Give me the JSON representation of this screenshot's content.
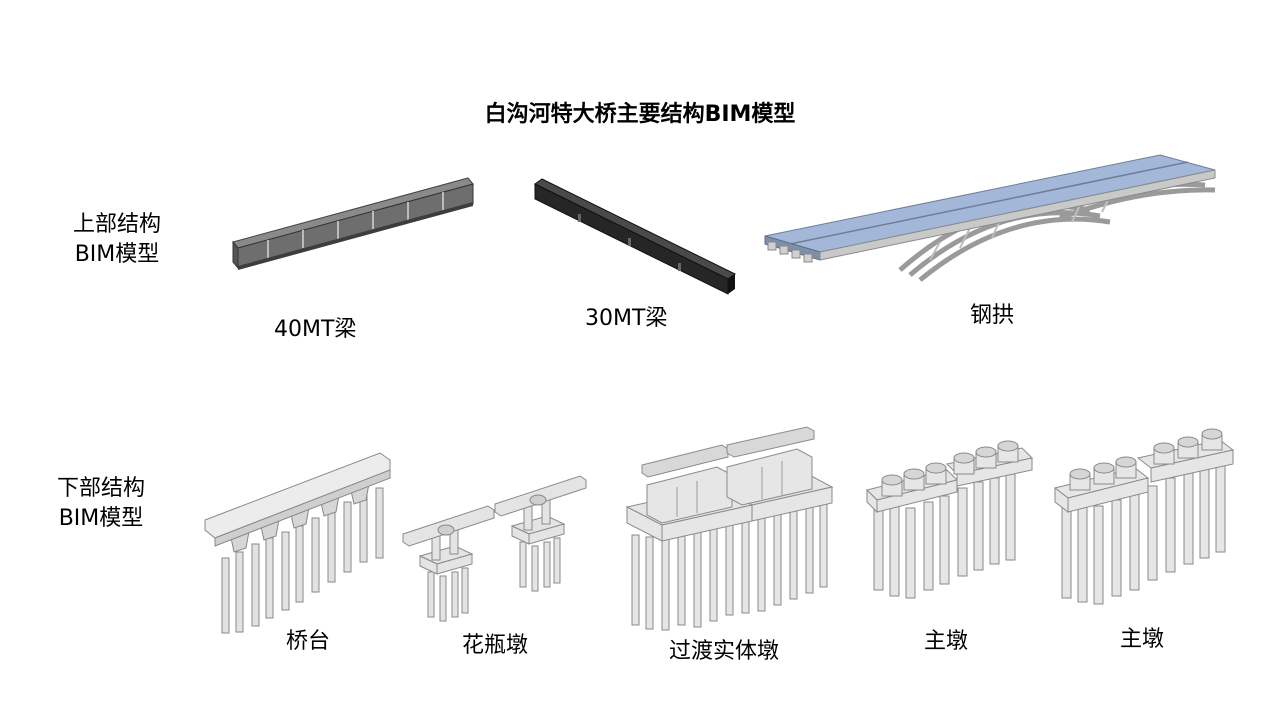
{
  "title": "白沟河特大桥主要结构BIM模型",
  "sections": {
    "upper": {
      "line1": "上部结构",
      "line2": "BIM模型"
    },
    "lower": {
      "line1": "下部结构",
      "line2": "BIM模型"
    }
  },
  "upper_models": [
    {
      "label": "40MT梁"
    },
    {
      "label": "30MT梁"
    },
    {
      "label": "钢拱"
    }
  ],
  "lower_models": [
    {
      "label": "桥台"
    },
    {
      "label": "花瓶墩"
    },
    {
      "label": "过渡实体墩"
    },
    {
      "label": "主墩"
    },
    {
      "label": "主墩"
    }
  ],
  "colors": {
    "beam_40": "#6e6e6e",
    "beam_30": "#2a2a2a",
    "arch_deck": "#9fb4d6",
    "concrete": "#e6e6e6",
    "concrete_edge": "#8a8a8a"
  }
}
